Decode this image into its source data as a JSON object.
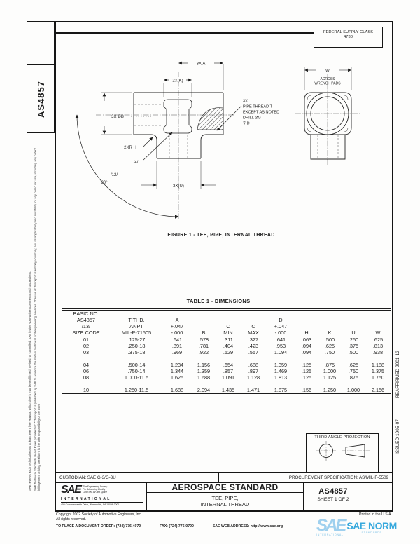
{
  "doc": {
    "number": "AS4857"
  },
  "margins": {
    "disclaimer_para1": "SAE Technical Standards Board Rules provide that: \"This report is published by SAE to advance the state of technical and engineering sciences. The use of this report is entirely voluntary, and its applicability and suitability for any particular use, including any patent infringement arising therefrom, is the sole responsibility of the user.\"",
    "disclaimer_para2": "SAE reviews each technical report at least every five years at which time it may be reaffirmed, revised, or cancelled. SAE invites your written comments and suggestions.",
    "reaffirmed": "REAFFIRMED 2001-12",
    "issued": "ISSUED 1995-07"
  },
  "fsc": {
    "line1": "FEDERAL SUPPLY CLASS",
    "line2": "4730"
  },
  "figure": {
    "caption": "FIGURE 1 - TEE, PIPE, INTERNAL THREAD",
    "labels": {
      "dim_a": "3X A",
      "dim_k": "2X(K)",
      "dim_b": "3X ØB",
      "radius": "2XR H",
      "flag4": "/4/",
      "flag12": "/12/",
      "angle": "90°",
      "dim_u": "3X(U)",
      "dim_w": "W",
      "across1": "ACROSS",
      "across2": "WRENCH PADS"
    },
    "note": {
      "l1": "3X",
      "l2": "PIPE THREAD T",
      "l3": "EXCEPT AS NOTED",
      "l4": "DRILL ØG",
      "l5": "⊽ D"
    }
  },
  "table": {
    "title": "TABLE 1 - DIMENSIONS",
    "header_lines": [
      [
        "BASIC NO.",
        "",
        "",
        "",
        "",
        "",
        "",
        "",
        "",
        "",
        ""
      ],
      [
        "AS4857",
        "T THD.",
        "A",
        "",
        "",
        "",
        "D",
        "",
        "",
        "",
        ""
      ],
      [
        "/13/",
        "ANPT",
        "+.047",
        "",
        "C",
        "C",
        "+.047",
        "",
        "",
        "",
        ""
      ],
      [
        "SIZE CODE",
        "MIL-P-71505",
        "-.000",
        "B",
        "MIN",
        "MAX",
        "-.000",
        "H",
        "K",
        "U",
        "W"
      ]
    ],
    "rows": [
      [
        "01",
        ".125-27",
        ".641",
        ".578",
        ".311",
        ".327",
        ".641",
        ".063",
        ".500",
        ".250",
        ".625"
      ],
      [
        "02",
        ".250-18",
        ".891",
        ".781",
        ".404",
        ".423",
        ".953",
        ".094",
        ".625",
        ".375",
        ".813"
      ],
      [
        "03",
        ".375-18",
        ".969",
        ".922",
        ".529",
        ".557",
        "1.094",
        ".094",
        ".750",
        ".500",
        ".938"
      ],
      [
        "04",
        ".500-14",
        "1.234",
        "1.156",
        ".654",
        ".688",
        "1.359",
        ".125",
        ".875",
        ".625",
        "1.188"
      ],
      [
        "06",
        ".750-14",
        "1.344",
        "1.359",
        ".857",
        ".897",
        "1.469",
        ".125",
        "1.000",
        ".750",
        "1.375"
      ],
      [
        "08",
        "1.000-11.5",
        "1.625",
        "1.688",
        "1.091",
        "1.128",
        "1.813",
        ".125",
        "1.125",
        ".875",
        "1.750"
      ],
      [
        "10",
        "1.250-11.5",
        "1.688",
        "2.094",
        "1.435",
        "1.471",
        "1.875",
        ".156",
        "1.250",
        "1.000",
        "2.156"
      ]
    ],
    "spacer_after": [
      2,
      5
    ]
  },
  "projection": {
    "label": "THIRD ANGLE PROJECTION"
  },
  "title_block": {
    "custodian": "CUSTODIAN: SAE G-3/G-3U",
    "procurement": "PROCUREMENT SPECIFICATION: AS/MIL-F-5509",
    "standard": "AEROSPACE STANDARD",
    "title1": "TEE, PIPE,",
    "title2": "INTERNAL THREAD",
    "number": "AS4857",
    "sheet": "SHEET 1 OF 2",
    "logo": {
      "sae": "SAE",
      "tag1": "The Engineering Society",
      "tag2": "For Advancing Mobility",
      "tag3": "Land Sea Air and Space",
      "intl": "INTERNATIONAL",
      "address": "400 Commonwealth Drive, Warrendale, PA 15096-0001"
    }
  },
  "footer": {
    "copyright": "Copyright 2002 Society of Automotive Engineers, Inc.",
    "rights": "All rights reserved.",
    "order_label": "TO PLACE A DOCUMENT ORDER:",
    "order_phone": "(724) 776-4970",
    "fax_label": "FAX:",
    "fax_phone": "(724) 776-0790",
    "web_label": "SAE WEB ADDRESS:",
    "web": "http://www.sae.org",
    "printed": "Printed in the U.S.A.",
    "norm": {
      "sae": "SAE",
      "name": "SAE NORM",
      "intl": "INTERNATIONAL",
      "sub": "STANDARDS"
    }
  },
  "colors": {
    "ink": "#1d1d1d",
    "norm_blue": "#37a9dd",
    "norm_light_blue": "#9fd0ee"
  }
}
